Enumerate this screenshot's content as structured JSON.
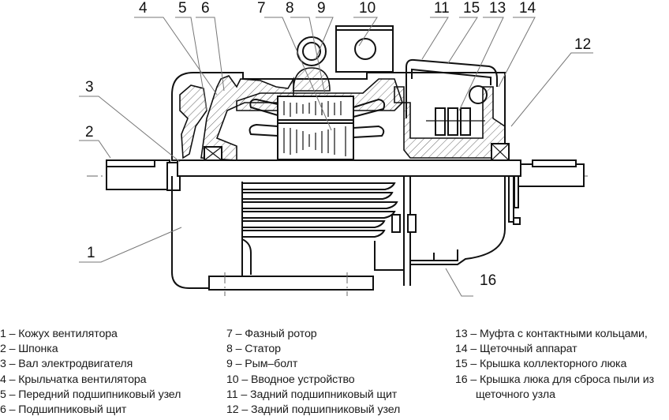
{
  "diagram": {
    "title": "Асинхронный электродвигатель с фазным ротором — устройство",
    "callouts": [
      "1",
      "2",
      "3",
      "4",
      "5",
      "6",
      "7",
      "8",
      "9",
      "10",
      "11",
      "12",
      "13",
      "14",
      "15",
      "16"
    ]
  },
  "legend": {
    "columns": [
      [
        {
          "num": "1",
          "text": "1 – Кожух вентилятора"
        },
        {
          "num": "2",
          "text": "2 – Шпонка"
        },
        {
          "num": "3",
          "text": "3 – Вал электродвигателя"
        },
        {
          "num": "4",
          "text": "4 – Крыльчатка вентилятора"
        },
        {
          "num": "5",
          "text": "5 – Передний подшипниковый узел"
        },
        {
          "num": "6",
          "text": "6 – Подшипниковый щит"
        }
      ],
      [
        {
          "num": "7",
          "text": "7 – Фазный ротор"
        },
        {
          "num": "8",
          "text": "8 – Статор"
        },
        {
          "num": "9",
          "text": "9 – Рым–болт"
        },
        {
          "num": "10",
          "text": "10 – Вводное устройство"
        },
        {
          "num": "11",
          "text": "11 – Задний подшипниковый щит"
        },
        {
          "num": "12",
          "text": "12 – Задний подшипниковый узел"
        }
      ],
      [
        {
          "num": "13",
          "text": "13 – Муфта с контактными  кольцами,"
        },
        {
          "num": "14",
          "text": "14 – Щеточный аппарат"
        },
        {
          "num": "15",
          "text": "15 – Крышка коллекторного люка"
        },
        {
          "num": "16",
          "text": "16 – Крышка люка для сброса пыли из"
        },
        {
          "num": "16-cont",
          "text": "щеточного узла"
        }
      ]
    ]
  }
}
